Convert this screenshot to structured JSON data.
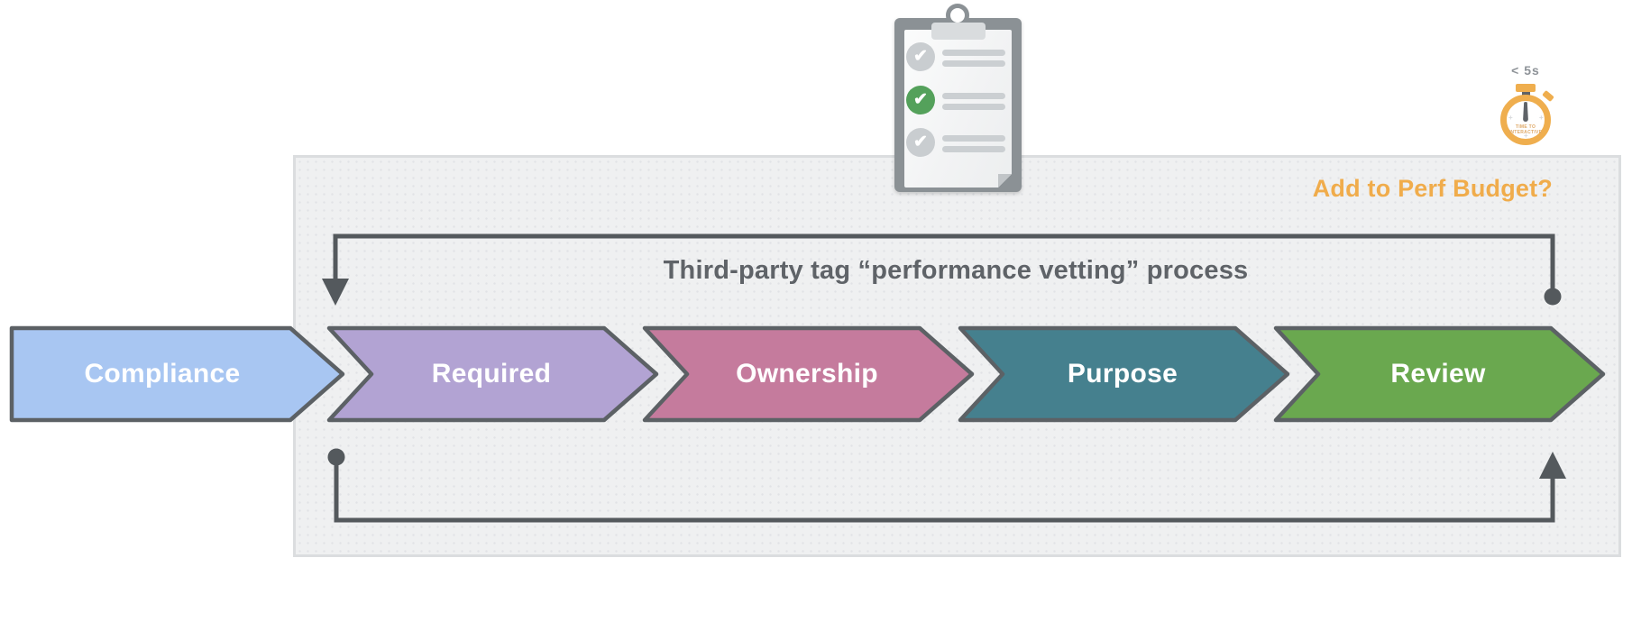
{
  "header": {
    "perf_budget_question": "Add to Perf Budget?",
    "stopwatch": {
      "label": "< 5s",
      "face_line1": "TIME TO",
      "face_line2": "INTERACTIVE"
    }
  },
  "icons": {
    "clipboard": "checklist-clipboard",
    "stopwatch": "stopwatch-timer",
    "checkmark_glyph": "✔"
  },
  "diagram": {
    "title": "Third-party tag “performance vetting” process",
    "steps": [
      {
        "label": "Compliance",
        "color": "#A8C6F2"
      },
      {
        "label": "Required",
        "color": "#B2A3D3"
      },
      {
        "label": "Ownership",
        "color": "#C57B9D"
      },
      {
        "label": "Purpose",
        "color": "#45808E"
      },
      {
        "label": "Review",
        "color": "#6AA84F"
      }
    ]
  },
  "colors": {
    "accent_orange": "#F0AC4B",
    "arrow_outline": "#5C6165",
    "loop_line": "#54595D",
    "title_text": "#5F6368",
    "panel_background": "#EFF0F1",
    "check_green": "#54A15B",
    "clipboard_gray": "#8B9195",
    "step_label_text": "#FFFFFF"
  }
}
